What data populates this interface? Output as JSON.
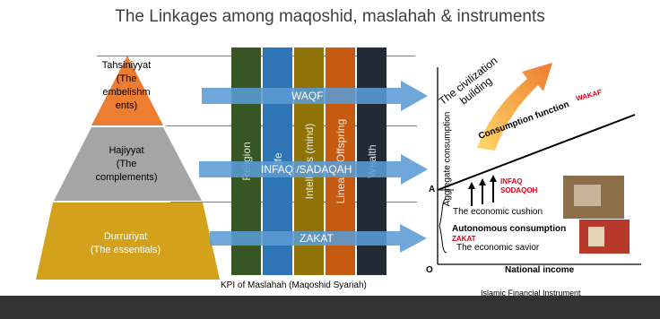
{
  "title": "The Linkages among maqoshid, maslahah & instruments",
  "pyramid": {
    "top": "Tahsiniyyat\n(The\nembelishm\nents)",
    "middle": "Hajiyyat\n(The\ncomplements)",
    "bottom": "Durruriyat\n(The essentials)"
  },
  "columns": [
    "Religion",
    "Life",
    "Intellects (mind)",
    "Lineage/Offspring",
    "Wealth"
  ],
  "arrows": [
    "WAQF",
    "INFAQ /SADAQAH",
    "ZAKAT"
  ],
  "kpi_caption": "KPI of Maslahah (Maqoshid Syariah)",
  "graph": {
    "y_label": "Aggregate consumption",
    "x_label": "National income",
    "origin": "O",
    "a_point": "A",
    "civilization": "The civilization\nbuilding",
    "consumption_function": "Consumption function",
    "wakaf": "WAKAF",
    "infaq": "INFAQ",
    "sodaqoh": "SODAQOH",
    "zakat": "ZAKAT",
    "cushion": "The economic cushion",
    "autonomous": "Autonomous consumption",
    "savior": "The economic savior"
  },
  "instrument_caption": "Islamic Financial Instrument",
  "colors": {
    "pyr_top": "#ed7d31",
    "pyr_mid": "#a5a5a5",
    "pyr_bot": "#d4a21a",
    "col_religion": "#375623",
    "col_life": "#2e75b6",
    "col_intellect": "#8f7208",
    "col_lineage": "#c55a11",
    "col_wealth": "#222a35",
    "arrow": "#5b9bd5"
  }
}
